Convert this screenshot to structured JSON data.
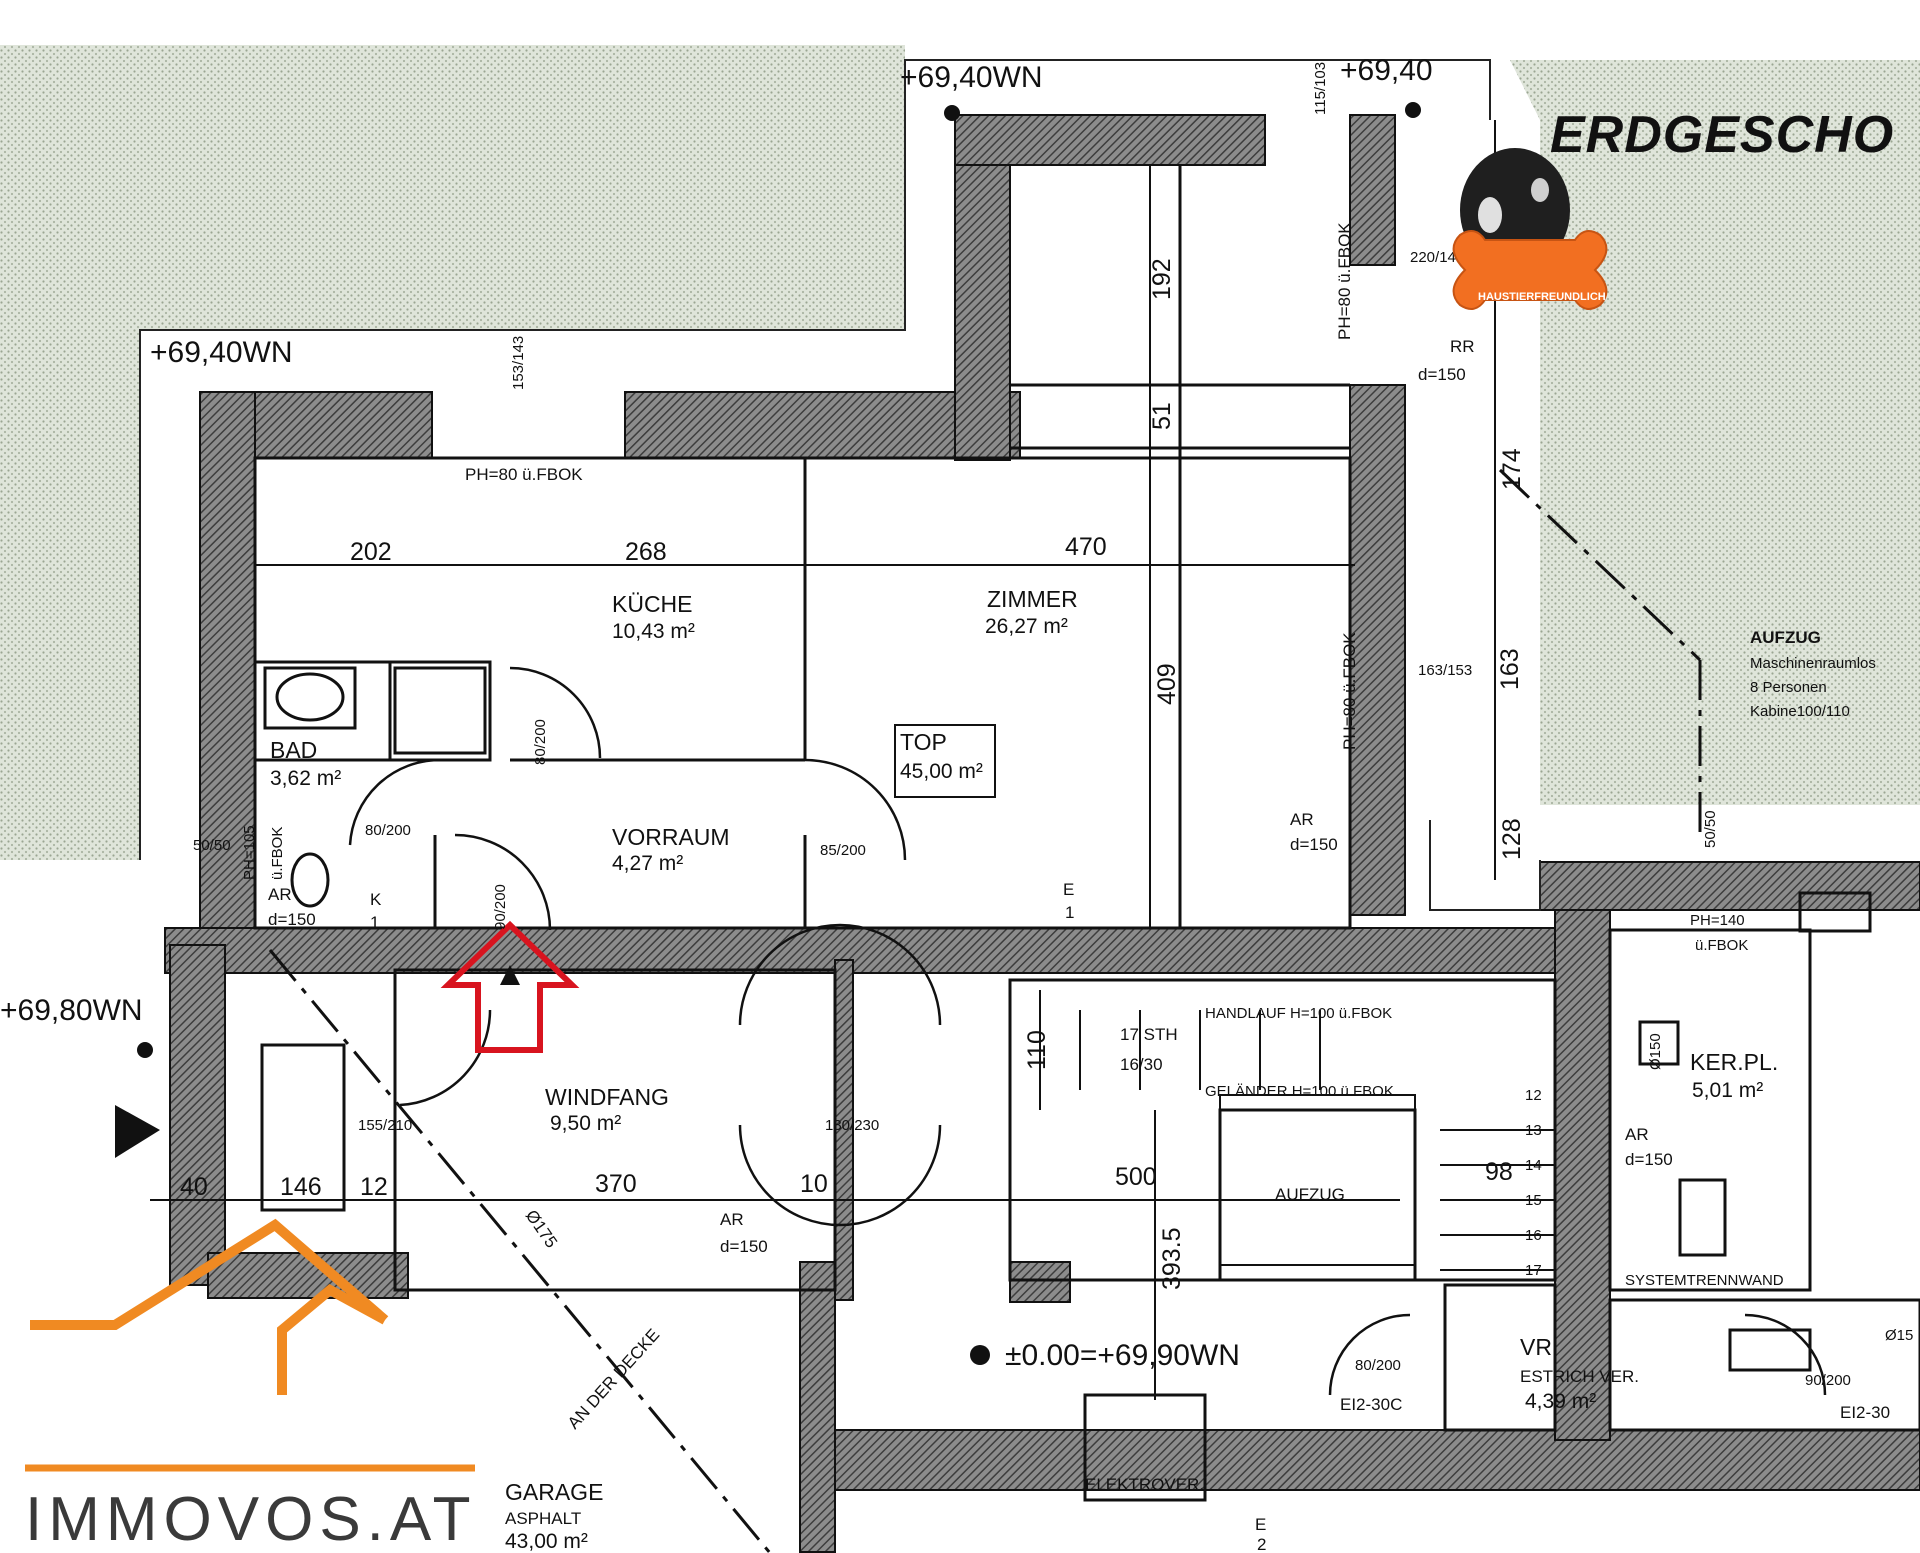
{
  "title": "ERDGESCHO",
  "levels": {
    "top_left": "+69,40WN",
    "top_right": "+69,40",
    "left_mid": "+69,40WN",
    "left_low": "+69,80WN",
    "ground": "±0.00=+69,90WN"
  },
  "rooms": {
    "kueche": {
      "name": "KÜCHE",
      "area": "10,43 m²"
    },
    "zimmer": {
      "name": "ZIMMER",
      "area": "26,27 m²"
    },
    "bad": {
      "name": "BAD",
      "area": "3,62 m²"
    },
    "vorraum": {
      "name": "VORRAUM",
      "area": "4,27 m²"
    },
    "top": {
      "name": "TOP",
      "area": "45,00 m²"
    },
    "windfang": {
      "name": "WINDFANG",
      "area": "9,50 m²"
    },
    "garage": {
      "name": "GARAGE",
      "sub": "ASPHALT",
      "area": "43,00 m²"
    },
    "vr": {
      "name": "VR",
      "sub": "ESTRICH VER.",
      "area": "4,39 m²"
    },
    "kerpl": {
      "name": "KER.PL.",
      "area": "5,01 m²"
    },
    "aufzug_box": "AUFZUG",
    "elektrover": "ELEKTROVER."
  },
  "aufzug_note": {
    "title": "AUFZUG",
    "line1": "Maschinenraumlos",
    "line2": "8 Personen",
    "line3": "Kabine100/110"
  },
  "dims": {
    "d202": "202",
    "d268": "268",
    "d470": "470",
    "d192": "192",
    "d51": "51",
    "d409": "409",
    "d174": "174",
    "d163": "163",
    "d128": "128",
    "d110": "110",
    "d40": "40",
    "d146": "146",
    "d12": "12",
    "d370": "370",
    "d10": "10",
    "d500": "500",
    "d98": "98",
    "d3935": "393.5"
  },
  "notes": {
    "ph80_top": "PH=80 ü.FBOK",
    "ph80_right1": "PH=80 ü.FBOK",
    "ph80_right2": "PH=80 ü.FBOK",
    "ph105": "PH=105",
    "ph105b": "ü.FBOK",
    "ph140": "PH=140",
    "ph140b": "ü.FBOK",
    "ar150_a": "AR",
    "ar150_a2": "d=150",
    "ar150_b": "AR",
    "ar150_b2": "d=150",
    "ar150_c": "AR",
    "ar150_c2": "d=150",
    "ar150_d": "AR",
    "ar150_d2": "d=150",
    "rr": "RR",
    "rr2": "d=150",
    "k1": "K",
    "k1b": "1",
    "e1": "E",
    "e1b": "1",
    "e2": "E",
    "e2b": "2",
    "sth": "17 STH",
    "sth2": "16/30",
    "handlauf": "HANDLAUF H=100 ü.FBOK",
    "gelaender": "GELÄNDER H=100 ü.FBOK",
    "systemtrennwand": "SYSTEMTRENNWAND",
    "ei2a": "EI2-30C",
    "ei2b": "EI2-30",
    "decke": "AN DER DECKE",
    "d175": "Ø175",
    "d150": "Ø150",
    "d15": "Ø15"
  },
  "door_marks": {
    "m1": "80/200",
    "m2": "80/200",
    "m3": "85/200",
    "m4": "90/200",
    "m5": "155/210",
    "m6": "130/230",
    "m7": "163/153",
    "m8": "153/143",
    "m9": "220/143",
    "m10": "115/103",
    "m11": "50/50",
    "m12": "50/50",
    "m13": "80/200",
    "m14": "90/200"
  },
  "stairs": [
    "12",
    "13",
    "14",
    "15",
    "16",
    "17"
  ],
  "badge_text": "HAUSTIERFREUNDLICH",
  "logo_text": "IMMOVOS.AT",
  "colors": {
    "wall_hatch": "#4a4a4a",
    "garden": "#c9d2c2",
    "arrow": "#d8141f",
    "logo_orange": "#f08a22",
    "badge": "#f26f21"
  }
}
